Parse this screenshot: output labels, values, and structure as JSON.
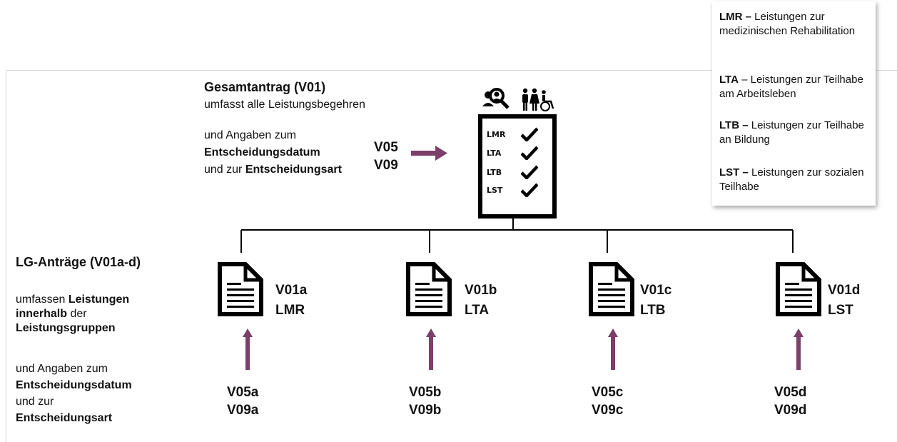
{
  "colors": {
    "arrow": "#7b3f6a",
    "line": "#000000",
    "panel_border": "#dadada"
  },
  "overview": {
    "title": "Gesamtantrag (V01)",
    "line1": "umfasst alle Leistungsbegehren",
    "line2": "und Angaben zum",
    "bold1": "Entscheidungsdatum",
    "line3_pre": "und zur ",
    "bold2": "Entscheidungsart",
    "codes": [
      "V05",
      "V09"
    ]
  },
  "checklist": {
    "icons": [
      "people-search-icon",
      "family-wheelchair-icon"
    ],
    "items": [
      "LMR",
      "LTA",
      "LTB",
      "LST"
    ]
  },
  "legend": {
    "entries": [
      {
        "abbr": "LMR –",
        "text": " Leistungen zur medizinischen Rehabilitation"
      },
      {
        "abbr": "LTA",
        "text": " – Leistungen zur Teilhabe am Arbeitsleben"
      },
      {
        "abbr": "LTB –",
        "text": " Leistungen zur Teilhabe an Bildung"
      },
      {
        "abbr": "LST –",
        "text": " Leistungen zur sozialen Teilhabe"
      }
    ]
  },
  "lg": {
    "title": "LG-Anträge (V01a-d)",
    "pre1": "umfassen ",
    "bold1": "Leistungen innerhalb",
    "mid1": " der ",
    "bold2": "Leistungsgruppen",
    "line2": "und Angaben zum",
    "bold3": "Entscheidungsdatum",
    "line3": "und zur",
    "bold4": "Entscheidungsart"
  },
  "branches": [
    {
      "code": "V01a",
      "group": "LMR",
      "v05": "V05a",
      "v09": "V09a"
    },
    {
      "code": "V01b",
      "group": "LTA",
      "v05": "V05b",
      "v09": "V09b"
    },
    {
      "code": "V01c",
      "group": "LTB",
      "v05": "V05c",
      "v09": "V09c"
    },
    {
      "code": "V01d",
      "group": "LST",
      "v05": "V05d",
      "v09": "V09d"
    }
  ]
}
